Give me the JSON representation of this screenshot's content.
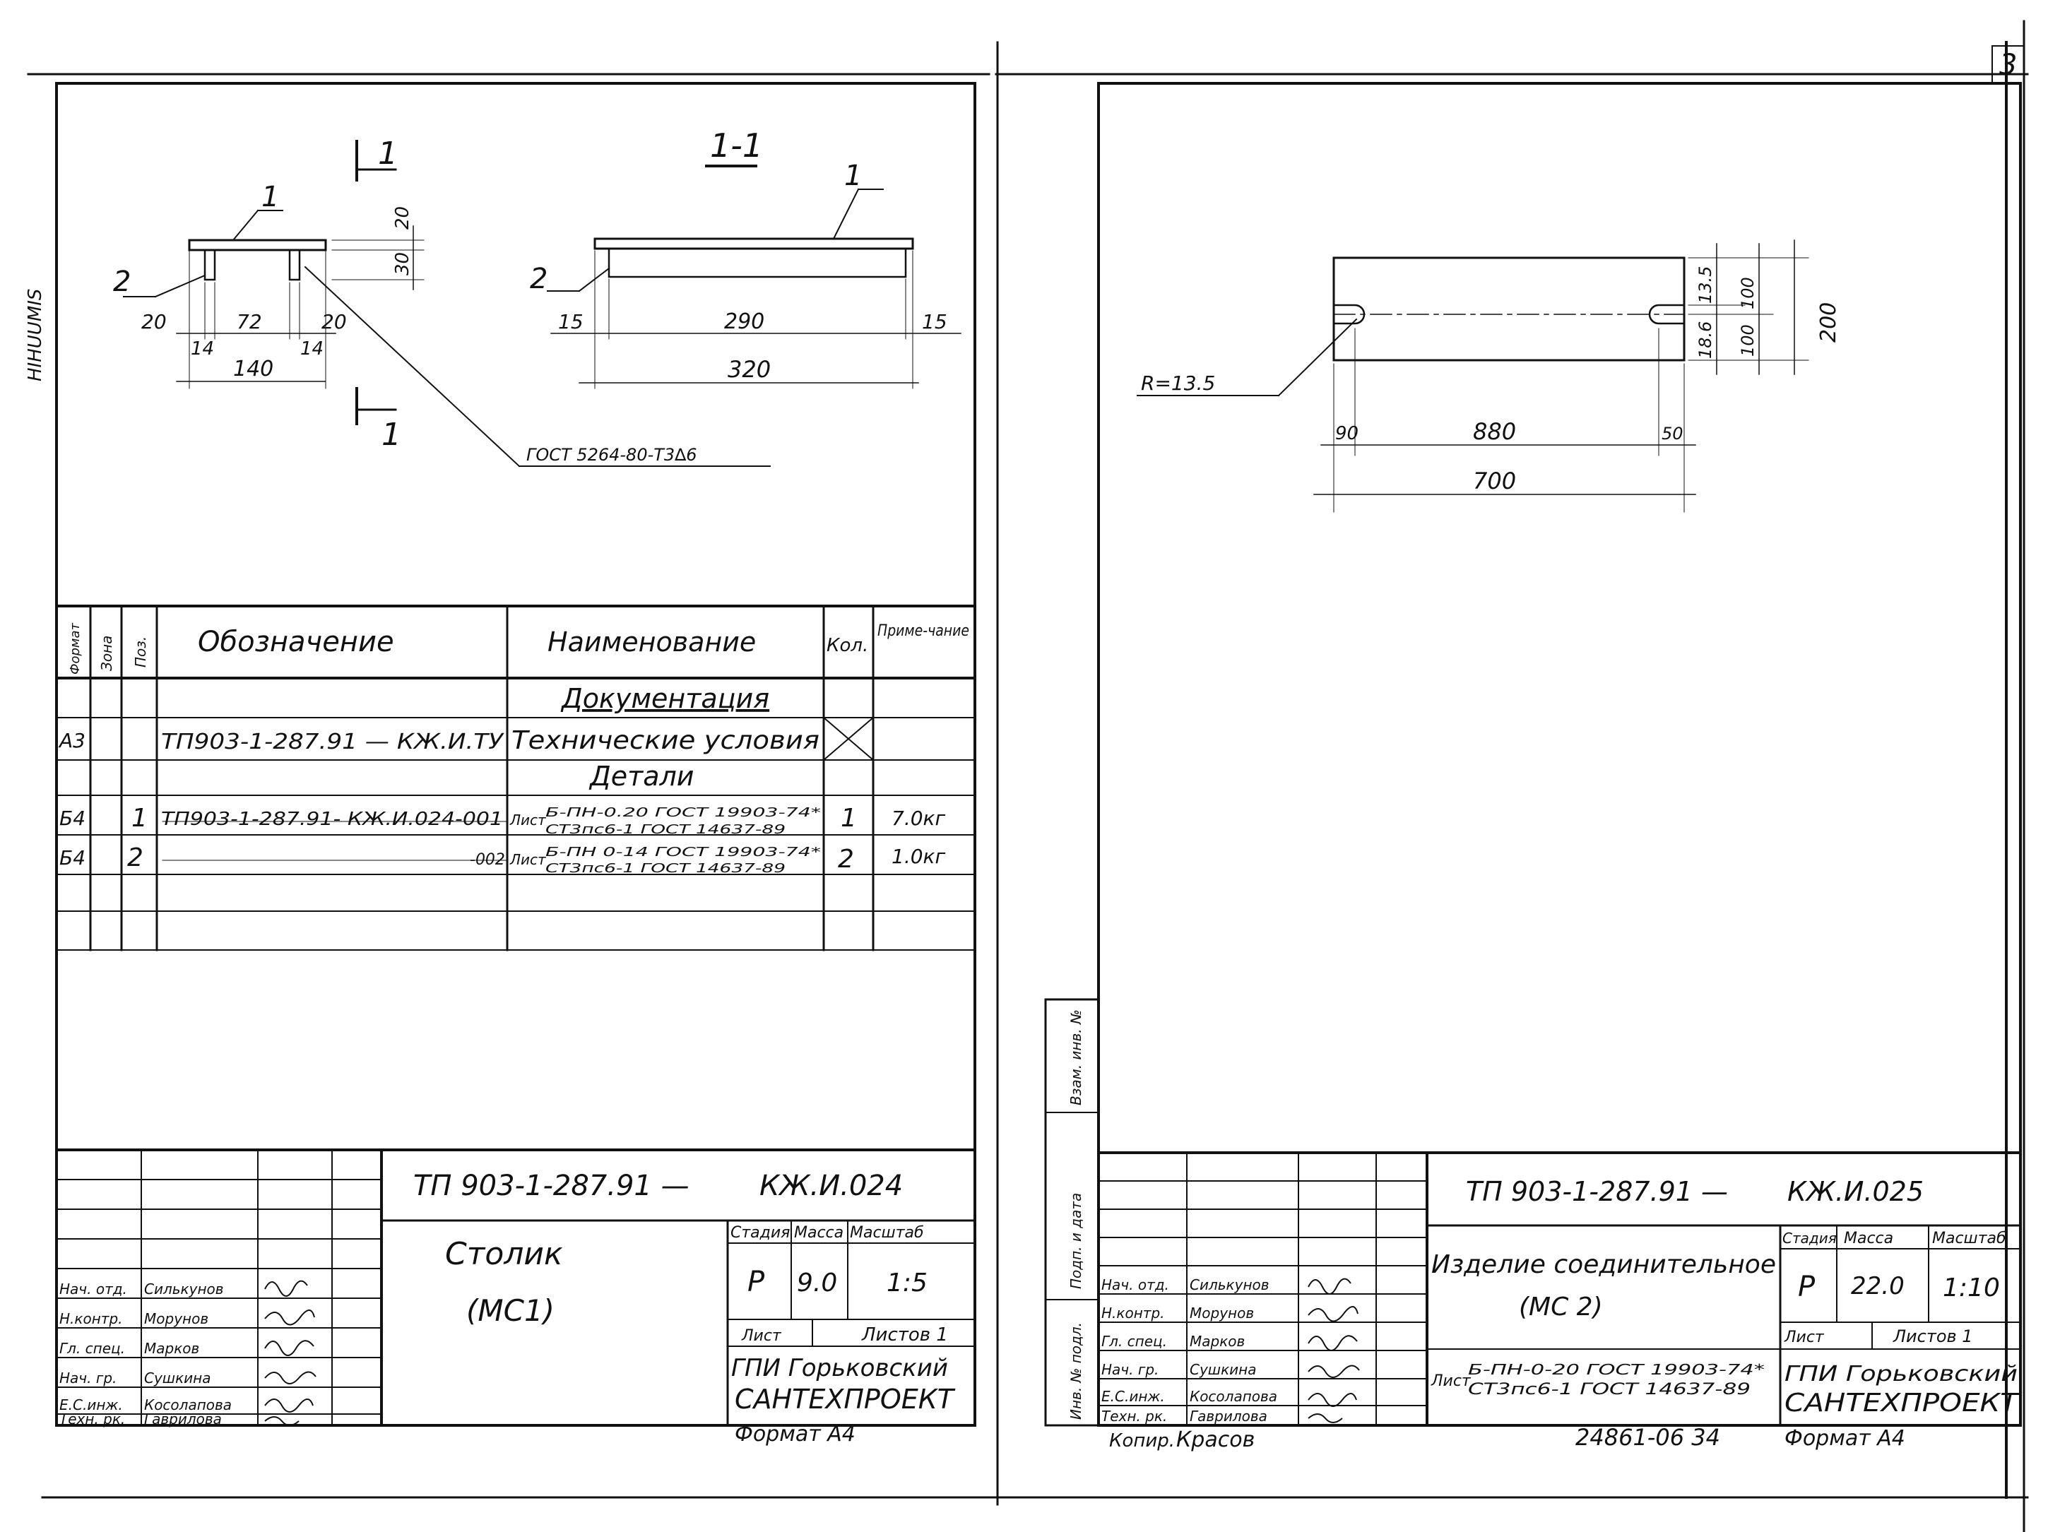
{
  "left_sheet": {
    "side_label": "HIHUUMIS",
    "view1": {
      "pos_1": "1",
      "pos_2": "2",
      "section_mark": "1",
      "dims": {
        "d20a": "20",
        "d72": "72",
        "d20b": "20",
        "d14a": "14",
        "d14b": "14",
        "d140": "140",
        "v20": "20",
        "v30": "30"
      },
      "weld_note": "ГОСТ 5264-80-Т3∆6"
    },
    "view2": {
      "title": "1-1",
      "pos_1": "1",
      "pos_2": "2",
      "dims": {
        "d15a": "15",
        "d290": "290",
        "d15b": "15",
        "d320": "320"
      }
    },
    "spec_table": {
      "headers": {
        "format": "Формат",
        "zone": "Зона",
        "pos": "Поз.",
        "designation": "Обозначение",
        "name": "Наименование",
        "qty": "Кол.",
        "note": "Приме-чание"
      },
      "section_docs": "Документация",
      "row_docs": {
        "format": "А3",
        "designation": "ТП903-1-287.91 — КЖ.И.ТУ",
        "name": "Технические условия"
      },
      "section_parts": "Детали",
      "rows": [
        {
          "format": "Б4",
          "pos": "1",
          "designation": "ТП903-1-287.91- КЖ.И.024-001",
          "name_prefix": "Лист",
          "name_top": "Б-ПН-0.20 ГОСТ 19903-74*",
          "name_bottom": "СТ3пс6-1 ГОСТ 14637-89",
          "qty": "1",
          "note": "7.0кг"
        },
        {
          "format": "Б4",
          "pos": "2",
          "designation": "-002",
          "name_prefix": "Лист",
          "name_top": "Б-ПН 0-14 ГОСТ 19903-74*",
          "name_bottom": "СТ3пс6-1 ГОСТ 14637-89",
          "qty": "2",
          "note": "1.0кг"
        }
      ]
    },
    "title_block": {
      "code": "ТП 903-1-287.91 —",
      "code2": "КЖ.И.024",
      "name": "Столик",
      "name2": "(МС1)",
      "col_stage": "Стадия",
      "col_mass": "Масса",
      "col_scale": "Масштаб",
      "stage": "Р",
      "mass": "9.0",
      "scale": "1:5",
      "sheet_label": "Лист",
      "sheets_label": "Листов 1",
      "org1": "ГПИ Горьковский",
      "org2": "САНТЕХПРОЕКТ",
      "format": "Формат А4",
      "staff": [
        {
          "role": "Нач. отд.",
          "name": "Силькунов"
        },
        {
          "role": "Н.контр.",
          "name": "Морунов"
        },
        {
          "role": "Гл. спец.",
          "name": "Марков"
        },
        {
          "role": "Нач. гр.",
          "name": "Сушкина"
        },
        {
          "role": "Е.С.инж.",
          "name": "Косолапова"
        },
        {
          "role": "Техн. рк.",
          "name": "Гаврилова"
        }
      ]
    }
  },
  "right_sheet": {
    "page_number": "3",
    "drawing": {
      "radius_note": "R=13.5",
      "dims": {
        "d90": "90",
        "d880": "880",
        "d50": "50",
        "d700": "700",
        "v135": "13.5",
        "v186": "18.6",
        "v100a": "100",
        "v100b": "100",
        "v200": "200"
      }
    },
    "side_stamps": [
      "Инв. № подл.",
      "Подп. и дата",
      "Взам. инв. №"
    ],
    "title_block": {
      "code": "ТП 903-1-287.91 —",
      "code2": "КЖ.И.025",
      "name": "Изделие соединительное",
      "name2": "(МС 2)",
      "material_prefix": "Лист",
      "material_top": "Б-ПН-0-20 ГОСТ 19903-74*",
      "material_bottom": "СТ3пс6-1 ГОСТ 14637-89",
      "col_stage": "Стадия",
      "col_mass": "Масса",
      "col_scale": "Масштаб",
      "stage": "Р",
      "mass": "22.0",
      "scale": "1:10",
      "sheet_label": "Лист",
      "sheets_label": "Листов 1",
      "org1": "ГПИ Горьковский",
      "org2": "САНТЕХПРОЕКТ",
      "format": "Формат А4",
      "copied": "Копир.",
      "copied_by": "Красов",
      "archive_no": "24861-06 34",
      "staff": [
        {
          "role": "Нач. отд.",
          "name": "Силькунов"
        },
        {
          "role": "Н.контр.",
          "name": "Морунов"
        },
        {
          "role": "Гл. спец.",
          "name": "Марков"
        },
        {
          "role": "Нач. гр.",
          "name": "Сушкина"
        },
        {
          "role": "Е.С.инж.",
          "name": "Косолапова"
        },
        {
          "role": "Техн. рк.",
          "name": "Гаврилова"
        }
      ]
    }
  }
}
